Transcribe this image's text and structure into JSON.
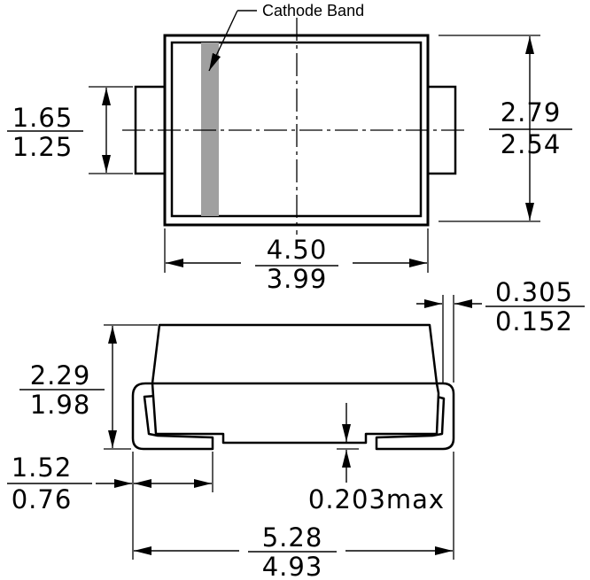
{
  "callout": {
    "cathode_band": "Cathode Band"
  },
  "top_view": {
    "lead_height": {
      "max": "1.65",
      "min": "1.25"
    },
    "body_height": {
      "max": "2.79",
      "min": "2.54"
    },
    "body_length": {
      "max": "4.50",
      "min": "3.99"
    }
  },
  "side_view": {
    "lead_thickness": {
      "max": "0.305",
      "min": "0.152"
    },
    "overall_height": {
      "max": "2.29",
      "min": "1.98"
    },
    "foot_length": {
      "max": "1.52",
      "min": "0.76"
    },
    "standoff": "0.203max",
    "overall_length": {
      "max": "5.28",
      "min": "4.93"
    }
  },
  "colors": {
    "line": "#000000",
    "band": "#a0a0a0"
  }
}
